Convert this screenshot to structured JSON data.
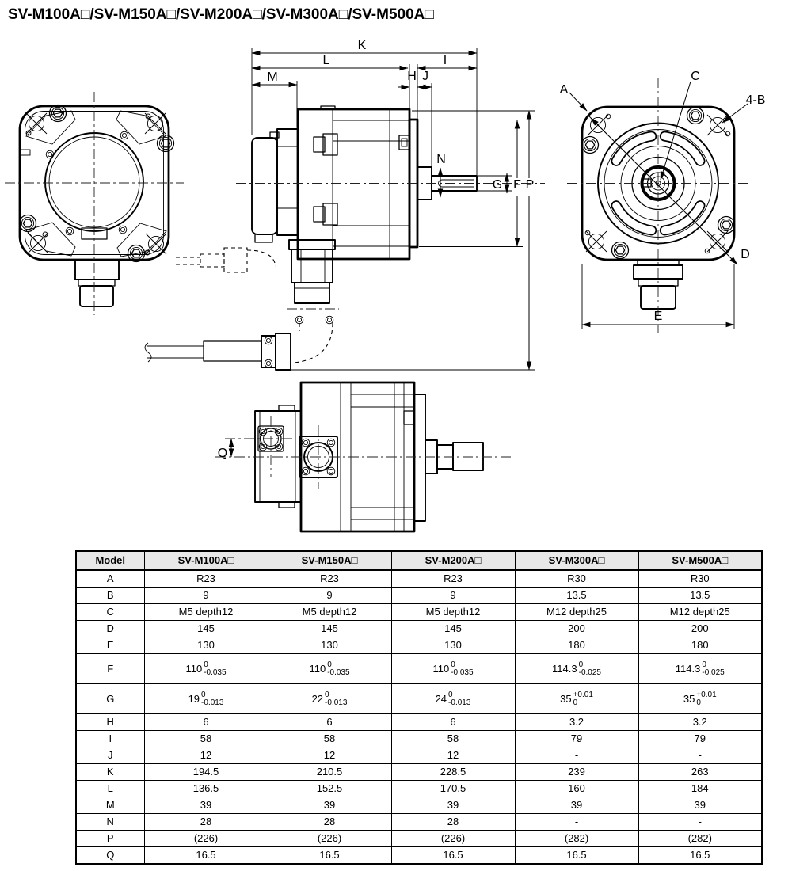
{
  "title": "SV-M100A□/SV-M150A□/SV-M200A□/SV-M300A□/SV-M500A□",
  "drawing": {
    "labels": {
      "K": "K",
      "L": "L",
      "M": "M",
      "I": "I",
      "H": "H",
      "J": "J",
      "N": "N",
      "G": "G",
      "F": "F",
      "P": "P",
      "A": "A",
      "C": "C",
      "B4": "4-B",
      "D": "D",
      "E": "E",
      "Q": "Q"
    }
  },
  "table": {
    "columns": [
      "Model",
      "SV-M100A□",
      "SV-M150A□",
      "SV-M200A□",
      "SV-M300A□",
      "SV-M500A□"
    ],
    "rows": [
      {
        "param": "A",
        "values": [
          "R23",
          "R23",
          "R23",
          "R30",
          "R30"
        ]
      },
      {
        "param": "B",
        "values": [
          "9",
          "9",
          "9",
          "13.5",
          "13.5"
        ]
      },
      {
        "param": "C",
        "values": [
          "M5 depth12",
          "M5 depth12",
          "M5 depth12",
          "M12 depth25",
          "M12 depth25"
        ]
      },
      {
        "param": "D",
        "values": [
          "145",
          "145",
          "145",
          "200",
          "200"
        ]
      },
      {
        "param": "E",
        "values": [
          "130",
          "130",
          "130",
          "180",
          "180"
        ]
      },
      {
        "param": "F",
        "values": [
          {
            "v": "110",
            "sup": "0",
            "sub": "-0.035"
          },
          {
            "v": "110",
            "sup": "0",
            "sub": "-0.035"
          },
          {
            "v": "110",
            "sup": "0",
            "sub": "-0.035"
          },
          {
            "v": "114.3",
            "sup": "0",
            "sub": "-0.025"
          },
          {
            "v": "114.3",
            "sup": "0",
            "sub": "-0.025"
          }
        ]
      },
      {
        "param": "G",
        "values": [
          {
            "v": "19",
            "sup": "0",
            "sub": "-0.013"
          },
          {
            "v": "22",
            "sup": "0",
            "sub": "-0.013"
          },
          {
            "v": "24",
            "sup": "0",
            "sub": "-0.013"
          },
          {
            "v": "35",
            "sup": "+0.01",
            "sub": "0"
          },
          {
            "v": "35",
            "sup": "+0.01",
            "sub": "0"
          }
        ]
      },
      {
        "param": "H",
        "values": [
          "6",
          "6",
          "6",
          "3.2",
          "3.2"
        ]
      },
      {
        "param": "I",
        "values": [
          "58",
          "58",
          "58",
          "79",
          "79"
        ]
      },
      {
        "param": "J",
        "values": [
          "12",
          "12",
          "12",
          "-",
          "-"
        ]
      },
      {
        "param": "K",
        "values": [
          "194.5",
          "210.5",
          "228.5",
          "239",
          "263"
        ]
      },
      {
        "param": "L",
        "values": [
          "136.5",
          "152.5",
          "170.5",
          "160",
          "184"
        ]
      },
      {
        "param": "M",
        "values": [
          "39",
          "39",
          "39",
          "39",
          "39"
        ]
      },
      {
        "param": "N",
        "values": [
          "28",
          "28",
          "28",
          "-",
          "-"
        ]
      },
      {
        "param": "P",
        "values": [
          "(226)",
          "(226)",
          "(226)",
          "(282)",
          "(282)"
        ]
      },
      {
        "param": "Q",
        "values": [
          "16.5",
          "16.5",
          "16.5",
          "16.5",
          "16.5"
        ]
      }
    ]
  }
}
